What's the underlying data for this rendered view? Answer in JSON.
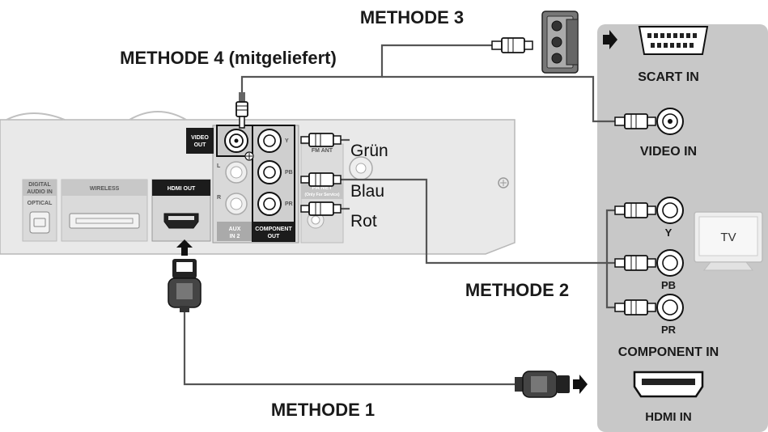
{
  "methods": {
    "m1": "METHODE 1",
    "m2": "METHODE 2",
    "m3": "METHODE 3",
    "m4": "METHODE 4 (mitgeliefert)"
  },
  "cable_colors": {
    "green": "Grün",
    "blue": "Blau",
    "red": "Rot"
  },
  "device": {
    "video_out_line1": "VIDEO",
    "video_out_line2": "OUT",
    "digital_audio_line1": "DIGITAL",
    "digital_audio_line2": "AUDIO IN",
    "optical": "OPTICAL",
    "wireless": "WIRELESS",
    "hdmi_out": "HDMI OUT",
    "aux_line1": "AUX",
    "aux_line2": "IN 2",
    "component_out_line1": "COMPONENT",
    "component_out_line2": "OUT",
    "fm_ant": "FM ANT",
    "pa_net_line1": "PA NET",
    "pa_net_line2": "(Only For Service)",
    "jack_y": "Y",
    "jack_pb": "PB",
    "jack_pr": "PR",
    "jack_l": "L",
    "jack_r": "R"
  },
  "tv_panel": {
    "scart_in": "SCART IN",
    "video_in": "VIDEO IN",
    "y": "Y",
    "pb": "PB",
    "pr": "PR",
    "component_in": "COMPONENT IN",
    "hdmi_in": "HDMI IN",
    "tv": "TV"
  },
  "colors": {
    "panel": "#c8c8c8",
    "device_body": "#e6e6e6",
    "cable": "#555555",
    "label_dark": "#1a1a1a"
  }
}
